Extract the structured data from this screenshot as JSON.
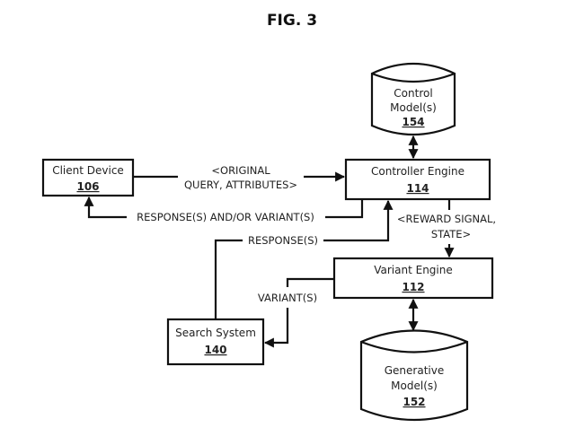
{
  "figure": {
    "title": "FIG. 3"
  },
  "nodes": {
    "control_models": {
      "label_line1": "Control",
      "label_line2": "Model(s)",
      "ref": "154",
      "shape": "cylinder"
    },
    "controller_engine": {
      "label": "Controller Engine",
      "ref": "114",
      "shape": "box"
    },
    "client_device": {
      "label": "Client Device",
      "ref": "106",
      "shape": "box"
    },
    "variant_engine": {
      "label": "Variant Engine",
      "ref": "112",
      "shape": "box"
    },
    "search_system": {
      "label": "Search System",
      "ref": "140",
      "shape": "box"
    },
    "generative_models": {
      "label_line1": "Generative",
      "label_line2": "Model(s)",
      "ref": "152",
      "shape": "cylinder"
    }
  },
  "edges": {
    "query": {
      "line1": "<ORIGINAL",
      "line2": "QUERY, ATTRIBUTES>",
      "from": "client_device",
      "to": "controller_engine"
    },
    "responses_variants": {
      "label": "RESPONSE(S) AND/OR VARIANT(S)",
      "from": "controller_engine",
      "to": "client_device"
    },
    "responses": {
      "label": "RESPONSE(S)",
      "from": "search_system",
      "to": "controller_engine"
    },
    "reward": {
      "line1": "<REWARD SIGNAL,",
      "line2": "STATE>",
      "from": "controller_engine",
      "to": "variant_engine"
    },
    "variants": {
      "label": "VARIANT(S)",
      "from": "variant_engine",
      "to": "search_system"
    },
    "control_link": {
      "from": "control_models",
      "to": "controller_engine",
      "bidirectional": true
    },
    "generative_link": {
      "from": "variant_engine",
      "to": "generative_models",
      "bidirectional": true
    }
  }
}
